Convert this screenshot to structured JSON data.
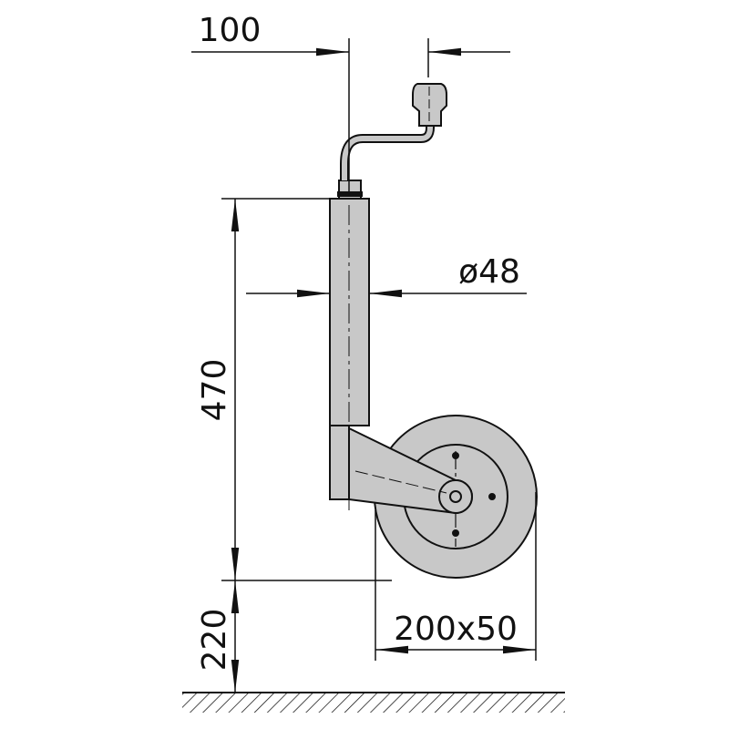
{
  "dimensions": {
    "crank_offset": "100",
    "tube_diameter": "ø48",
    "height_upper": "470",
    "height_lower": "220",
    "wheel_size": "200x50"
  },
  "colors": {
    "fill": "#c8c8c8",
    "line": "#111111"
  }
}
